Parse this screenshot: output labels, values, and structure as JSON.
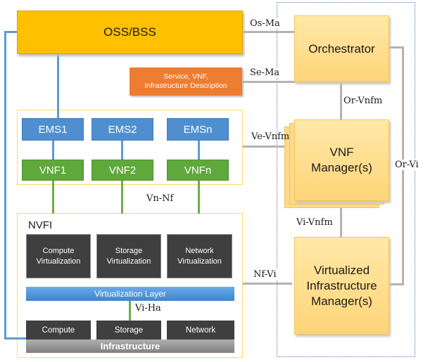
{
  "oss_bss": "OSS/BSS",
  "orchestrator": "Orchestrator",
  "vnf_manager": "VNF\nManager(s)",
  "vim": "Virtualized\nInfrastructure\nManager(s)",
  "description": "Service, VNF,\nInfrastructure Description",
  "ems": [
    "EMS1",
    "EMS2",
    "EMSn"
  ],
  "vnf": [
    "VNF1",
    "VNF2",
    "VNFn"
  ],
  "nvfi_label": "NVFI",
  "virtual_resources": [
    "Compute\nVirtualization",
    "Storage\nVirtualization",
    "Network\nVirtualization"
  ],
  "virtualization_layer": "Virtualization Layer",
  "hardware": [
    "Compute",
    "Storage",
    "Network"
  ],
  "infrastructure": "Infrastructure",
  "reference_points": {
    "os_ma": "Os-Ma",
    "se_ma": "Se-Ma",
    "or_vnfm": "Or-Vnfm",
    "ve_vnfm": "Ve-Vnfm",
    "or_vi": "Or-Vi",
    "vn_nf": "Vn-Nf",
    "vi_vnfm": "Vi-Vnfm",
    "nf_vi": "Nf-Vi",
    "vi_ha": "Vi-Ha"
  },
  "colors": {
    "oss": "#ffc000",
    "mano": "#ffd98a",
    "ems": "#4f8fd0",
    "vnf": "#5fa83c",
    "description": "#ed7d31",
    "infra_dark": "#3f3f3f"
  }
}
